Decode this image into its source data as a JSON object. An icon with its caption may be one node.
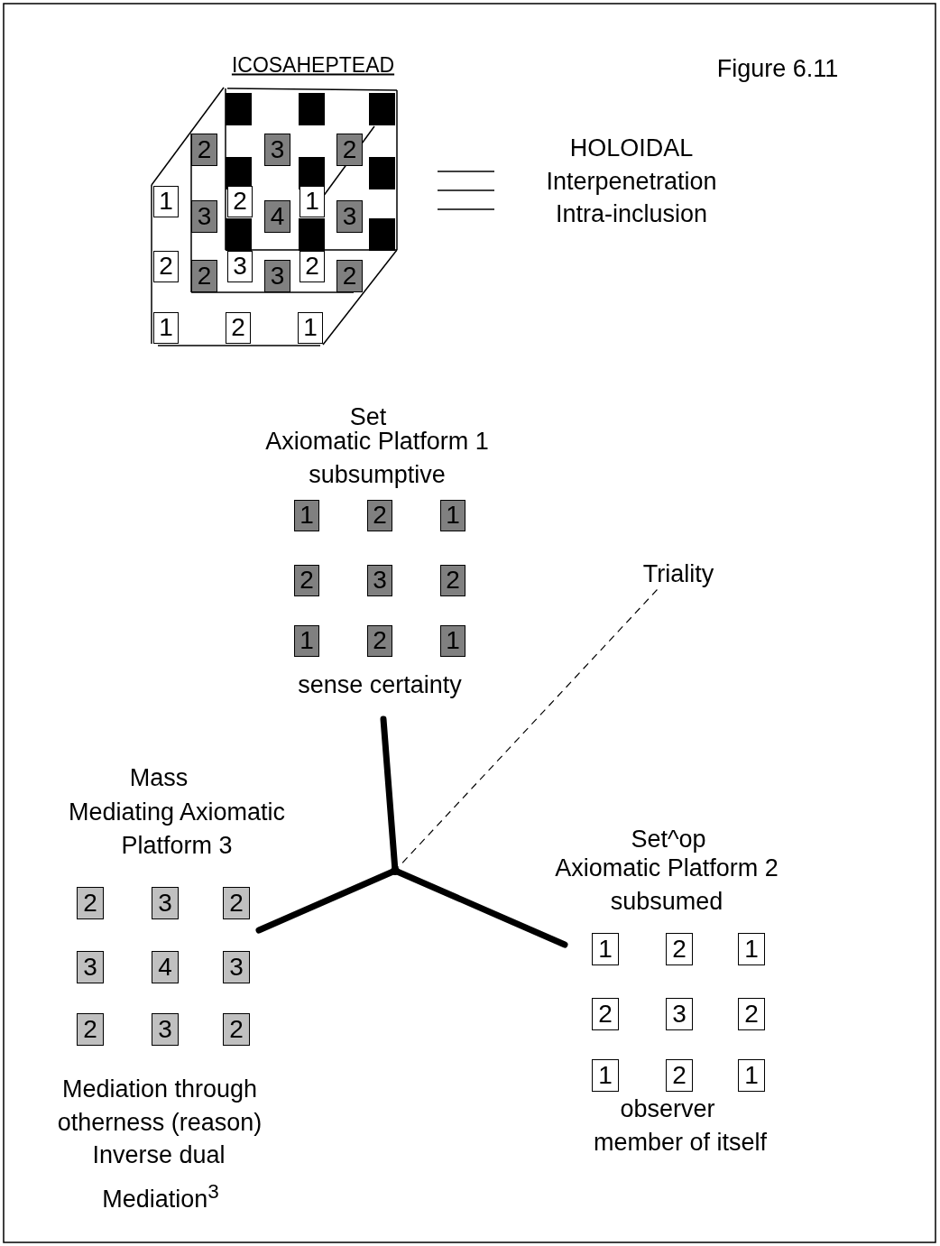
{
  "diagram": {
    "nodes": [
      {
        "text": [],
        "shape": "box"
      },
      {
        "text": [],
        "shape": "box"
      },
      {
        "text": [],
        "shape": "box"
      },
      {
        "text": [],
        "shape": "box"
      },
      {
        "text": [],
        "shape": "box"
      },
      {
        "text": [],
        "shape": "box"
      },
      {
        "text": [],
        "shape": "box"
      },
      {
        "text": [],
        "shape": "box"
      },
      {
        "text": [],
        "shape": "box"
      },
      {
        "text": [
          "2"
        ]
      },
      {
        "text": [
          "3"
        ]
      },
      {
        "text": [
          "2"
        ]
      },
      {
        "text": [
          "3"
        ]
      },
      {
        "text": [
          "4"
        ]
      },
      {
        "text": [
          "3"
        ]
      },
      {
        "text": [
          "2"
        ]
      },
      {
        "text": [
          "3"
        ]
      },
      {
        "text": [
          "2"
        ]
      },
      {
        "text": [
          "2"
        ]
      },
      {
        "text": [
          "1"
        ]
      },
      {
        "text": [
          "3"
        ]
      },
      {
        "text": [
          "2"
        ]
      },
      {
        "text": [
          "1"
        ]
      },
      {
        "text": [
          "2"
        ]
      },
      {
        "text": [
          "1"
        ]
      },
      {
        "text": [
          "2"
        ]
      },
      {
        "text": [
          "1"
        ]
      },
      {
        "text": [
          "1"
        ]
      },
      {
        "text": [
          "2"
        ]
      },
      {
        "text": [
          "1"
        ]
      },
      {
        "text": [
          "2"
        ]
      },
      {
        "text": [
          "3"
        ]
      },
      {
        "text": [
          "2"
        ]
      },
      {
        "text": [
          "1"
        ]
      },
      {
        "text": [
          "2"
        ]
      },
      {
        "text": [
          "1"
        ]
      },
      {
        "text": [
          "Triality"
        ]
      },
      {
        "text": [
          "2"
        ]
      },
      {
        "text": [
          "3"
        ]
      },
      {
        "text": [
          "2"
        ]
      },
      {
        "text": [
          "3"
        ]
      },
      {
        "text": [
          "4"
        ]
      },
      {
        "text": [
          "3"
        ]
      },
      {
        "text": [
          "2"
        ]
      },
      {
        "text": [
          "3"
        ]
      },
      {
        "text": [
          "2"
        ]
      },
      {
        "text": [
          "1"
        ]
      },
      {
        "text": [
          "2"
        ]
      },
      {
        "text": [
          "1"
        ]
      },
      {
        "text": [
          "2"
        ]
      },
      {
        "text": [
          "3"
        ]
      },
      {
        "text": [
          "2"
        ]
      },
      {
        "text": [
          "1"
        ]
      },
      {
        "text": [
          "2"
        ]
      },
      {
        "text": [
          "1"
        ]
      },
      {
        "text": [],
        "shape": "circle"
      }
    ],
    "edges": [
      {
        "from": 36,
        "to": 55,
        "arrow": "none",
        "style": "dashed"
      }
    ],
    "labels": [
      "ICOSAHEPTEAD",
      "Figure 6.11",
      "HOLOIDAL",
      "Interpenetration",
      "Intra-inclusion",
      "Set",
      "Axiomatic Platform 1",
      "subsumptive",
      "sense certainty",
      "Mass",
      "Mediating Axiomatic Platform 3",
      "Set^op",
      "Axiomatic Platform 2",
      "subsumed",
      "Mediation through otherness (reason)",
      "Inverse dual",
      "observer",
      "member of itself",
      "Mediation$^{3}$"
    ]
  }
}
